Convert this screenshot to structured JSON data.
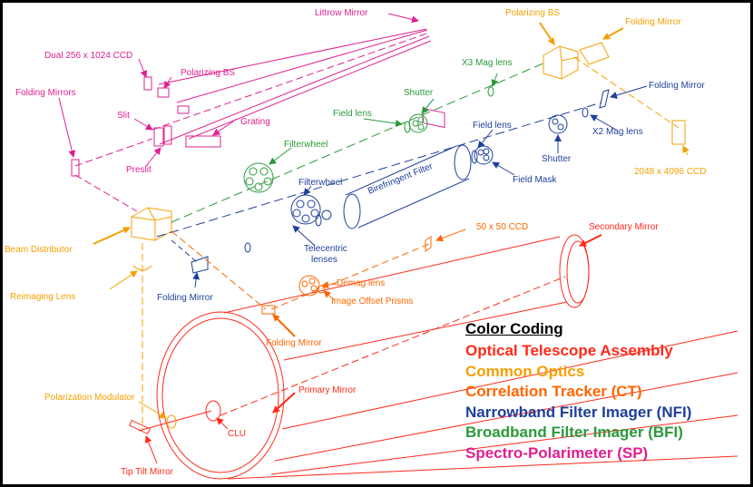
{
  "colors": {
    "ota": "#ff2a1a",
    "common": "#f5a000",
    "ct": "#ff6600",
    "nfi": "#1f3f9a",
    "bfi": "#2a9a3a",
    "sp": "#e02090"
  },
  "labels": {
    "litrow_mirror": "Littrow Mirror",
    "dual_ccd": "Dual 256  x 1024 CCD",
    "sp_polarizing_bs": "Polarizing BS",
    "folding_mirrors": "Folding Mirrors",
    "slit": "Slit",
    "grating": "Grating",
    "preslit": "Preslit",
    "polarizing_bs": "Polarizing BS",
    "folding_mirror_top": "Folding Mirror",
    "x3_mag_lens": "X3 Mag lens",
    "shutter_bfi": "Shutter",
    "field_lens_bfi": "Field lens",
    "filterwheel_bfi": "Filterwheel",
    "field_lens_nfi": "Field lens",
    "folding_mirror_nfi": "Folding Mirror",
    "x2_mag_lens": "X2 Mag lens",
    "ccd_2048": "2048 x 4096 CCD",
    "shutter_nfi": "Shutter",
    "field_mask": "Field Mask",
    "birefringent_filter": "Birefringent Filter",
    "filterwheel_nfi": "Filterwheel",
    "telecentric_lenses_1": "Telecentric",
    "telecentric_lenses_2": "lenses",
    "beam_distributor": "Beam Distributor",
    "ccd_50": "50 x 50 CCD",
    "secondary_mirror": "Secondary Mirror",
    "reimaging_lens": "Reimaging Lens",
    "folding_mirror_low": "Folding Mirror",
    "demag_lens": "Demag lens",
    "image_offset_prisms": "Image Offset Prisms",
    "folding_mirror_ct": "Folding Mirror",
    "polarization_modulator": "Polarization Modulator",
    "primary_mirror": "Primary Mirror",
    "clu": "CLU",
    "tip_tilt_mirror": "Tip Tilt Mirror"
  },
  "legend": {
    "title": "Color Coding",
    "items": [
      {
        "text": "Optical Telescope Assembly",
        "color": "#ff2a1a"
      },
      {
        "text": "Common Optics",
        "color": "#f5a000"
      },
      {
        "text": "Correlation Tracker (CT)",
        "color": "#ff6600"
      },
      {
        "text": "Narrowband Filter Imager (NFI)",
        "color": "#1f3f9a"
      },
      {
        "text": "Broadband Filter Imager (BFI)",
        "color": "#2a9a3a"
      },
      {
        "text": "Spectro-Polarimeter (SP)",
        "color": "#e02090"
      }
    ]
  }
}
